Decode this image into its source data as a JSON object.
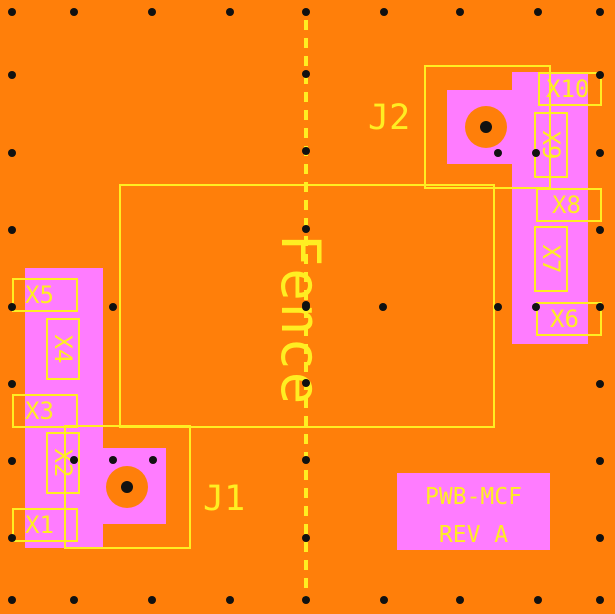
{
  "board": {
    "silkscreen_color": "#ffee22",
    "copper_color": "#ff7f0a",
    "pad_color": "#ff7cff",
    "via_color": "#111111"
  },
  "fence": {
    "label": "Fence"
  },
  "connectors": {
    "j1": {
      "label": "J1"
    },
    "j2": {
      "label": "J2"
    }
  },
  "pads": {
    "x1": "X1",
    "x2": "X2",
    "x3": "X3",
    "x4": "X4",
    "x5": "X5",
    "x6": "X6",
    "x7": "X7",
    "x8": "X8",
    "x9": "X9",
    "x10": "X10"
  },
  "marking": {
    "line1": "PWB-MCF",
    "line2": "REV A"
  }
}
